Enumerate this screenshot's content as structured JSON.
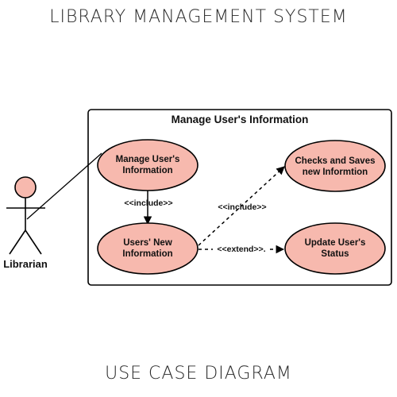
{
  "page_title": "LIBRARY MANAGEMENT SYSTEM",
  "page_footer": "USE CASE DIAGRAM",
  "system": {
    "title": "Manage User's  Information"
  },
  "actor": {
    "label": "Librarian"
  },
  "use_cases": {
    "manage_info": {
      "line1": "Manage User's",
      "line2": "Information"
    },
    "new_info": {
      "line1": "Users' New",
      "line2": "Information"
    },
    "checks_saves": {
      "line1": "Checks and Saves",
      "line2": "new Informtion"
    },
    "update_status": {
      "line1": "Update User's",
      "line2": "Status"
    }
  },
  "relations": {
    "include_1": "<<include>>",
    "include_2": "<<include>>",
    "extend": "<<extend>>."
  },
  "colors": {
    "usecase_fill": "#f7b9ae",
    "stroke": "#000000",
    "text": "#111111"
  }
}
